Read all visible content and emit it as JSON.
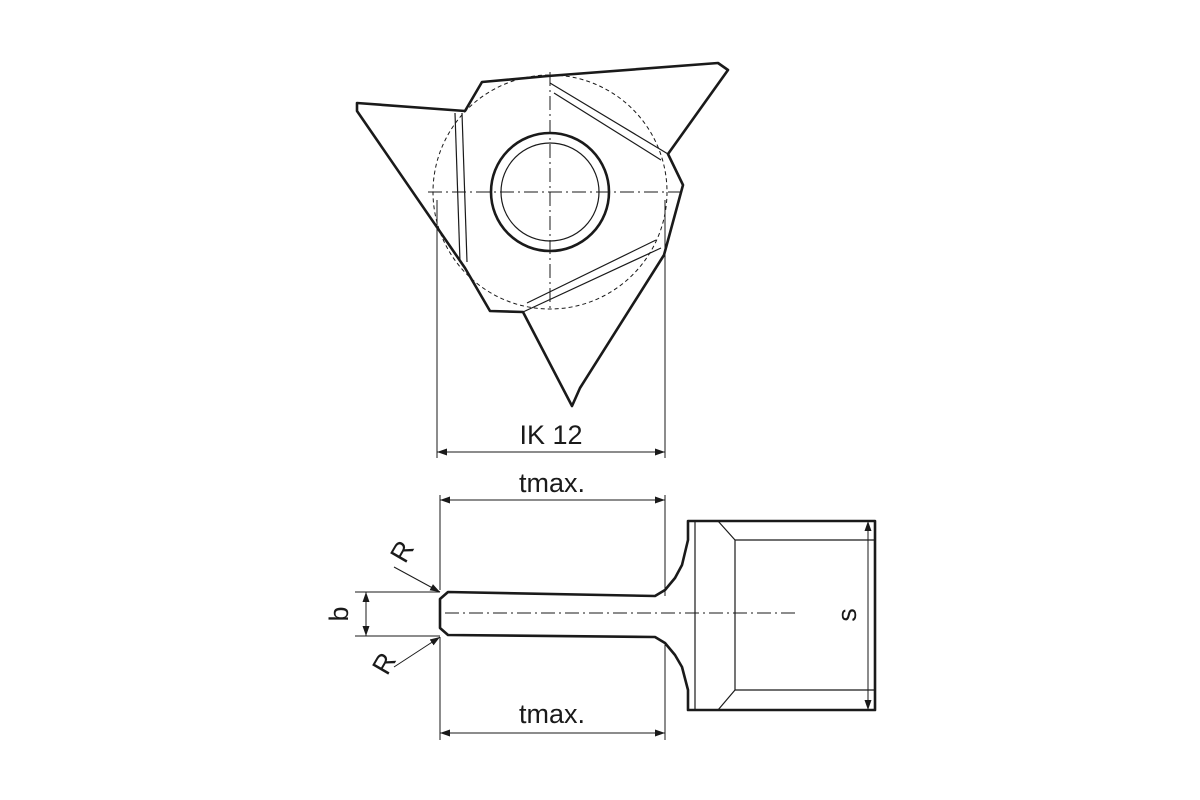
{
  "labels": {
    "ik": "IK 12",
    "tmax_top": "tmax.",
    "tmax_bottom": "tmax.",
    "r_top": "R",
    "r_bottom": "R",
    "b": "b",
    "s": "s"
  },
  "colors": {
    "line": "#1a1a1a",
    "background": "#ffffff"
  }
}
